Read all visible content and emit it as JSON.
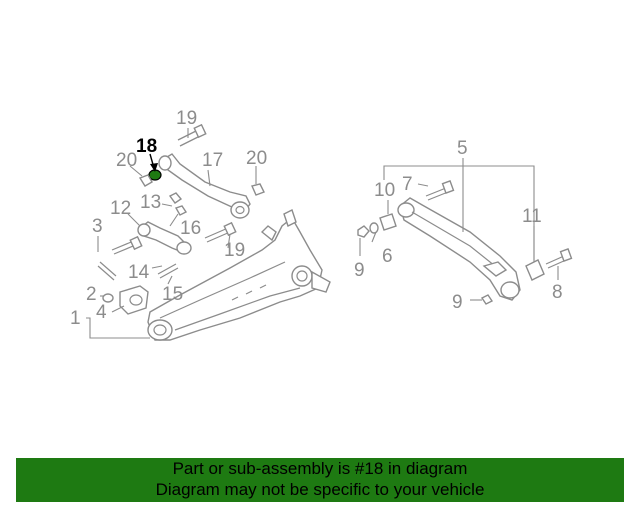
{
  "diagram": {
    "highlight_color": "#1e7a12",
    "callouts": [
      "1",
      "2",
      "3",
      "4",
      "5",
      "6",
      "7",
      "8",
      "9",
      "9",
      "10",
      "11",
      "12",
      "13",
      "14",
      "15",
      "16",
      "17",
      "18",
      "19",
      "19",
      "20",
      "20"
    ],
    "highlighted_callout": "18"
  },
  "banner": {
    "line1": "Part or sub-assembly is #18 in diagram",
    "line2": "Diagram may not be specific to your vehicle",
    "background": "#1e7a12"
  }
}
